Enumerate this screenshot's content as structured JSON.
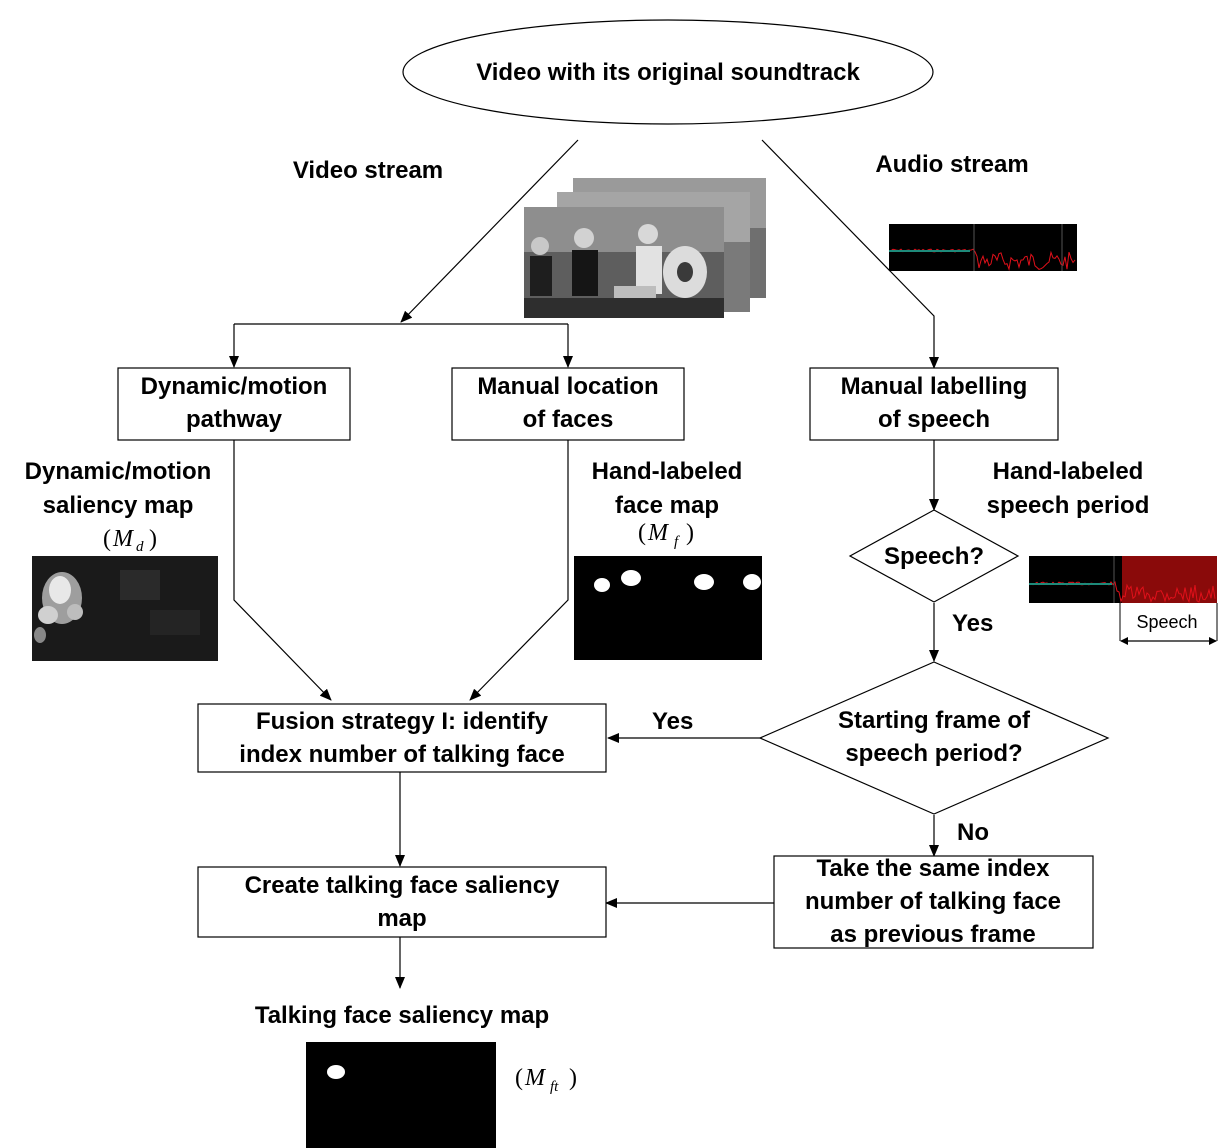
{
  "nodes": {
    "source": "Video with its original soundtrack",
    "dynamic_pathway": [
      "Dynamic/motion",
      "pathway"
    ],
    "manual_faces": [
      "Manual location",
      "of faces"
    ],
    "manual_speech": [
      "Manual labelling",
      "of speech"
    ],
    "speech_decision": "Speech?",
    "starting_frame_decision": [
      "Starting frame of",
      "speech period?"
    ],
    "fusion": [
      "Fusion strategy I: identify",
      "index number of talking face"
    ],
    "take_same": [
      "Take the same index",
      "number of talking face",
      "as previous frame"
    ],
    "create_map": [
      "Create talking face saliency",
      "map"
    ]
  },
  "labels": {
    "video_stream": "Video stream",
    "audio_stream": "Audio stream",
    "dynamic_map": [
      "Dynamic/motion",
      "saliency map"
    ],
    "face_map": [
      "Hand-labeled",
      "face map"
    ],
    "speech_period": [
      "Hand-labeled",
      "speech period"
    ],
    "yes_speech": "Yes",
    "yes_fusion": "Yes",
    "no": "No",
    "output": "Talking face saliency map",
    "speech_tag": "Speech"
  },
  "math": {
    "md": {
      "open": "(",
      "sym": "M",
      "sub": "d",
      "close": ")"
    },
    "mf": {
      "open": "(",
      "sym": "M",
      "sub": "f",
      "close": ")"
    },
    "mft": {
      "open": "(",
      "sym": "M",
      "sub": "ft",
      "close": ")"
    }
  },
  "colors": {
    "line": "#000000",
    "waveform": "#e0101a",
    "waveform_baseline": "#1e8a7a",
    "speech_highlight": "#8a0a0a"
  },
  "images": {
    "video_frames": "stack of grayscale video frames showing people with musical instruments",
    "audio_waveform": "audio waveform strip",
    "dynamic_saliency": "grayscale motion saliency map",
    "face_map_spots": "black map with four white face ellipses",
    "output_map": "black map with one white face ellipse"
  }
}
